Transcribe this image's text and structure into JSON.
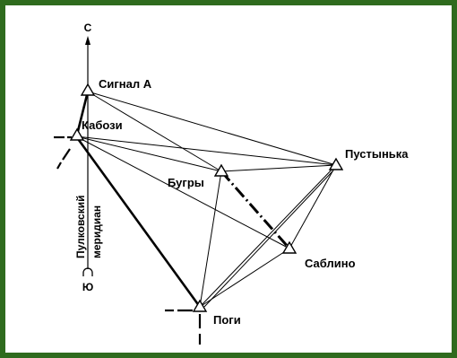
{
  "frame": {
    "border_color": "#2f6b1e"
  },
  "meridian": {
    "north_label": "С",
    "south_label": "Ю",
    "name_line1": "Пулковский",
    "name_line2": "меридиан"
  },
  "stations": [
    {
      "id": "signal-a",
      "label": "Сигнал А"
    },
    {
      "id": "kabozi",
      "label": "Кабози"
    },
    {
      "id": "pustynka",
      "label": "Пустынька"
    },
    {
      "id": "bugry",
      "label": "Бугры"
    },
    {
      "id": "sablino",
      "label": "Саблино"
    },
    {
      "id": "pogi",
      "label": "Поги"
    }
  ]
}
